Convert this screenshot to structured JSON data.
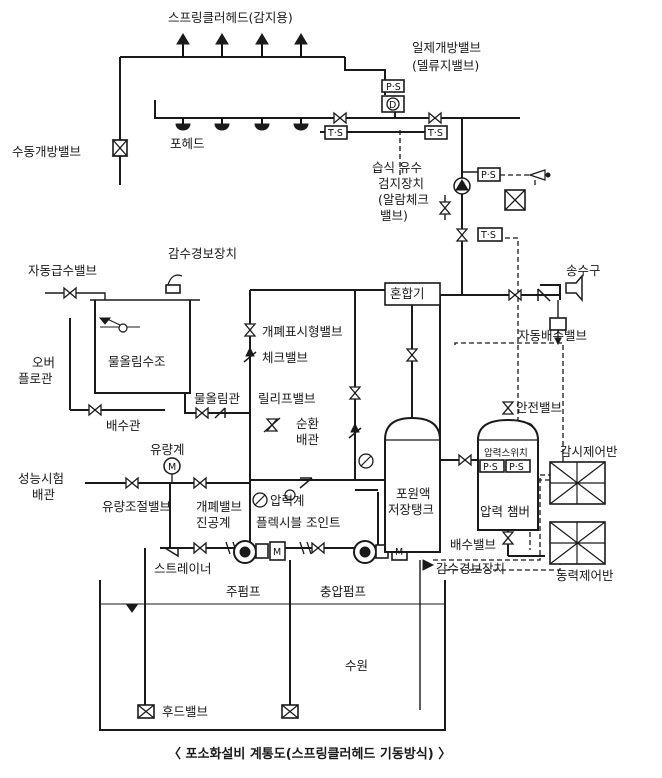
{
  "labels": {
    "sprinkler_head": "스프링클러헤드(감지용)",
    "deluge_valve_1": "일제개방밸브",
    "deluge_valve_2": "(델류지밸브)",
    "manual_valve": "수동개방밸브",
    "foam_head": "포헤드",
    "wet_alarm_1": "습식 유수",
    "wet_alarm_2": "검지장치",
    "wet_alarm_3": "(알람체크",
    "wet_alarm_4": "밸브)",
    "auto_supply_valve": "자동급수밸브",
    "water_alarm_top": "감수경보장치",
    "overflow_1": "오버",
    "overflow_2": "플로관",
    "priming_tank": "물올림수조",
    "drain_pipe": "배수관",
    "priming_pipe": "물올림관",
    "gate_test_valve": "개폐표시형밸브",
    "check_valve": "체크밸브",
    "relief_valve": "릴리프밸브",
    "circulation_1": "순환",
    "circulation_2": "배관",
    "flow_meter": "유량계",
    "perf_test_1": "성능시험",
    "perf_test_2": "배관",
    "flow_ctrl_valve": "유량조절밸브",
    "gate_valve": "개폐밸브",
    "vacuum_gauge": "진공계",
    "pressure_gauge": "압력계",
    "flex_joint": "플렉시블 조인트",
    "strainer": "스트레이너",
    "main_pump": "주펌프",
    "jockey_pump": "충압펌프",
    "water_alarm_bottom": "감수경보장치",
    "water_source": "수원",
    "foot_valve": "후드밸브",
    "mixer": "혼합기",
    "foam_tank_1": "포원액",
    "foam_tank_2": "저장탱크",
    "safety_valve": "안전밸브",
    "pressure_switch": "압력스위치",
    "pressure_chamber": "압력 챔버",
    "drain_valve": "배수밸브",
    "fire_dept_conn": "송수구",
    "auto_drain_valve": "자동배수밸브",
    "monitor_panel": "감시제어반",
    "power_panel": "동력제어반",
    "tag_ps": "P·S",
    "tag_ts": "T·S",
    "tag_d": "D",
    "tag_m": "M"
  },
  "caption": "〈 포소화설비 계통도(스프링클러헤드 기동방식) 〉"
}
